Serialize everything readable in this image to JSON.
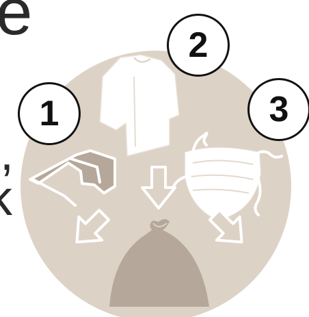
{
  "edge_text": {
    "top": "e",
    "mid_1": "",
    "mid_2": ",",
    "mid_3": "k"
  },
  "steps": [
    {
      "number": "1",
      "item": "goggles-icon"
    },
    {
      "number": "2",
      "item": "gown-icon"
    },
    {
      "number": "3",
      "item": "mask-icon"
    }
  ],
  "target": "waste-bag-icon",
  "colors": {
    "disc": "#ddd2c6",
    "goggles": "#b5a89a",
    "bag": "#b5a89a",
    "items": "#ffffff",
    "badge_border": "#111111"
  }
}
